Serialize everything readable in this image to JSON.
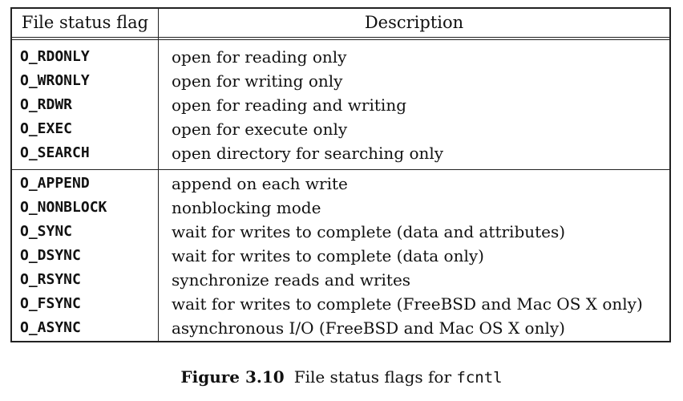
{
  "table": {
    "headers": {
      "flag": "File status flag",
      "description": "Description"
    },
    "groups": [
      [
        {
          "flag": "O_RDONLY",
          "description": "open for reading only"
        },
        {
          "flag": "O_WRONLY",
          "description": "open for writing only"
        },
        {
          "flag": "O_RDWR",
          "description": "open for reading and writing"
        },
        {
          "flag": "O_EXEC",
          "description": "open for execute only"
        },
        {
          "flag": "O_SEARCH",
          "description": "open directory for searching only"
        }
      ],
      [
        {
          "flag": "O_APPEND",
          "description": "append on each write"
        },
        {
          "flag": "O_NONBLOCK",
          "description": "nonblocking mode"
        },
        {
          "flag": "O_SYNC",
          "description": "wait for writes to complete (data and attributes)"
        },
        {
          "flag": "O_DSYNC",
          "description": "wait for writes to complete (data only)"
        },
        {
          "flag": "O_RSYNC",
          "description": "synchronize reads and writes"
        },
        {
          "flag": "O_FSYNC",
          "description": "wait for writes to complete (FreeBSD and Mac OS X only)"
        },
        {
          "flag": "O_ASYNC",
          "description": "asynchronous I/O (FreeBSD and Mac OS X only)"
        }
      ]
    ]
  },
  "caption": {
    "figure_number": "Figure 3.10",
    "text": "File status flags for ",
    "code": "fcntl"
  }
}
